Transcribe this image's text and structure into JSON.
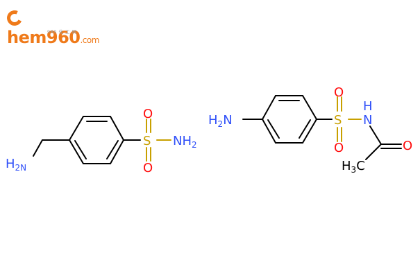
{
  "watermark": {
    "brand": "hem960",
    "domain": ".com",
    "subtitle": "960 化 工 网",
    "color": "#ef7a1a"
  },
  "molecule_left": {
    "amine": "H",
    "amine_n": "2N",
    "sulfur": "S",
    "oxygen_top": "O",
    "oxygen_bottom": "O",
    "amide": "NH",
    "amide_sub": "2"
  },
  "molecule_right": {
    "amino": "H",
    "amino_sub": "2",
    "amino_n": "N",
    "sulfur": "S",
    "oxygen_top": "O",
    "oxygen_bottom": "O",
    "nh": "N",
    "nh_h": "H",
    "carbonyl_o": "O",
    "methyl": "H",
    "methyl_sub": "3",
    "methyl_c": "C"
  },
  "colors": {
    "bond": "#000000",
    "nitrogen": "#3050f8",
    "oxygen": "#ff0d0d",
    "sulfur": "#c8a000"
  }
}
